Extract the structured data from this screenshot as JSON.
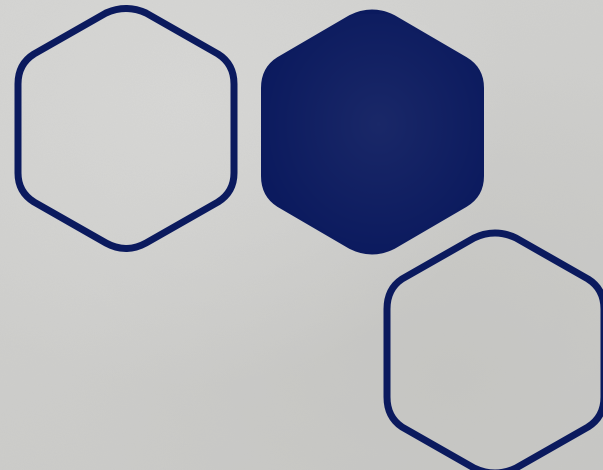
{
  "scene": {
    "background_color": "#cfcfcd",
    "shape_color": "#0b1a5e",
    "shapes": [
      {
        "name": "outline-hexagon-left",
        "style": "outline"
      },
      {
        "name": "filled-hexagon-center",
        "style": "filled"
      },
      {
        "name": "outline-hexagon-lower-right",
        "style": "outline"
      }
    ]
  }
}
